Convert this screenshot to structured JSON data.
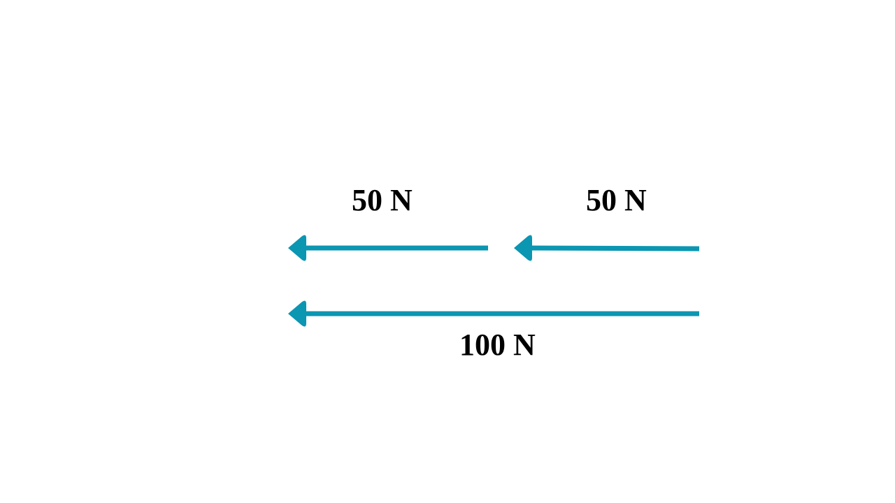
{
  "diagram": {
    "arrow_color": "#0B96B2",
    "text_color": "#000000",
    "forces": [
      {
        "label": "50 N",
        "magnitude": 50,
        "direction": "left"
      },
      {
        "label": "50 N",
        "magnitude": 50,
        "direction": "left"
      }
    ],
    "resultant": {
      "label": "100 N",
      "magnitude": 100,
      "direction": "left"
    }
  }
}
